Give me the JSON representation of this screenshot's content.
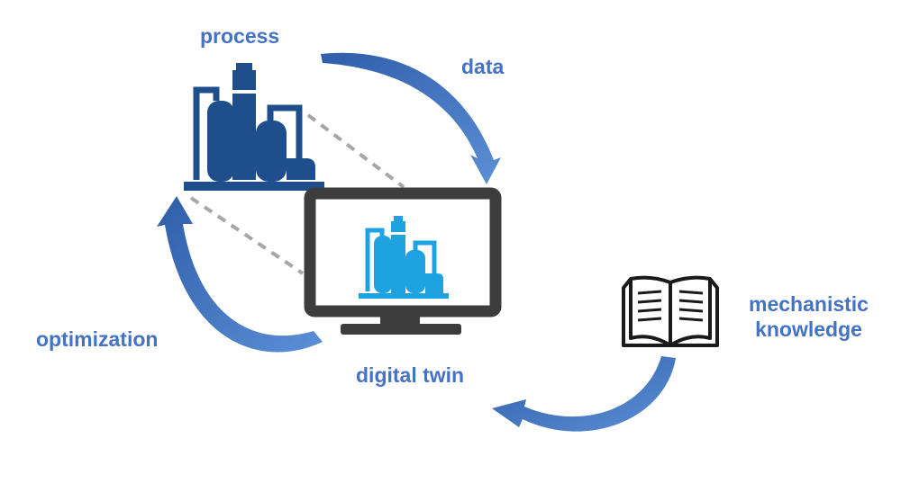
{
  "labels": {
    "process": "process",
    "data": "data",
    "optimization": "optimization",
    "digital_twin": "digital twin",
    "mechanistic_line1": "mechanistic",
    "mechanistic_line2": "knowledge"
  },
  "icons": {
    "plant": "industrial-plant-icon",
    "monitor": "monitor-icon",
    "plant_on_screen": "industrial-plant-icon",
    "book": "open-book-icon"
  },
  "colors": {
    "label_blue": "#4472c4",
    "plant_dark_blue": "#1f4e8c",
    "plant_light_blue": "#1fa3e0",
    "arrow_blue": "#4472c4",
    "monitor_gray": "#3d3d3d",
    "dashed_gray": "#a6a6a6",
    "book_black": "#1a1a1a"
  }
}
